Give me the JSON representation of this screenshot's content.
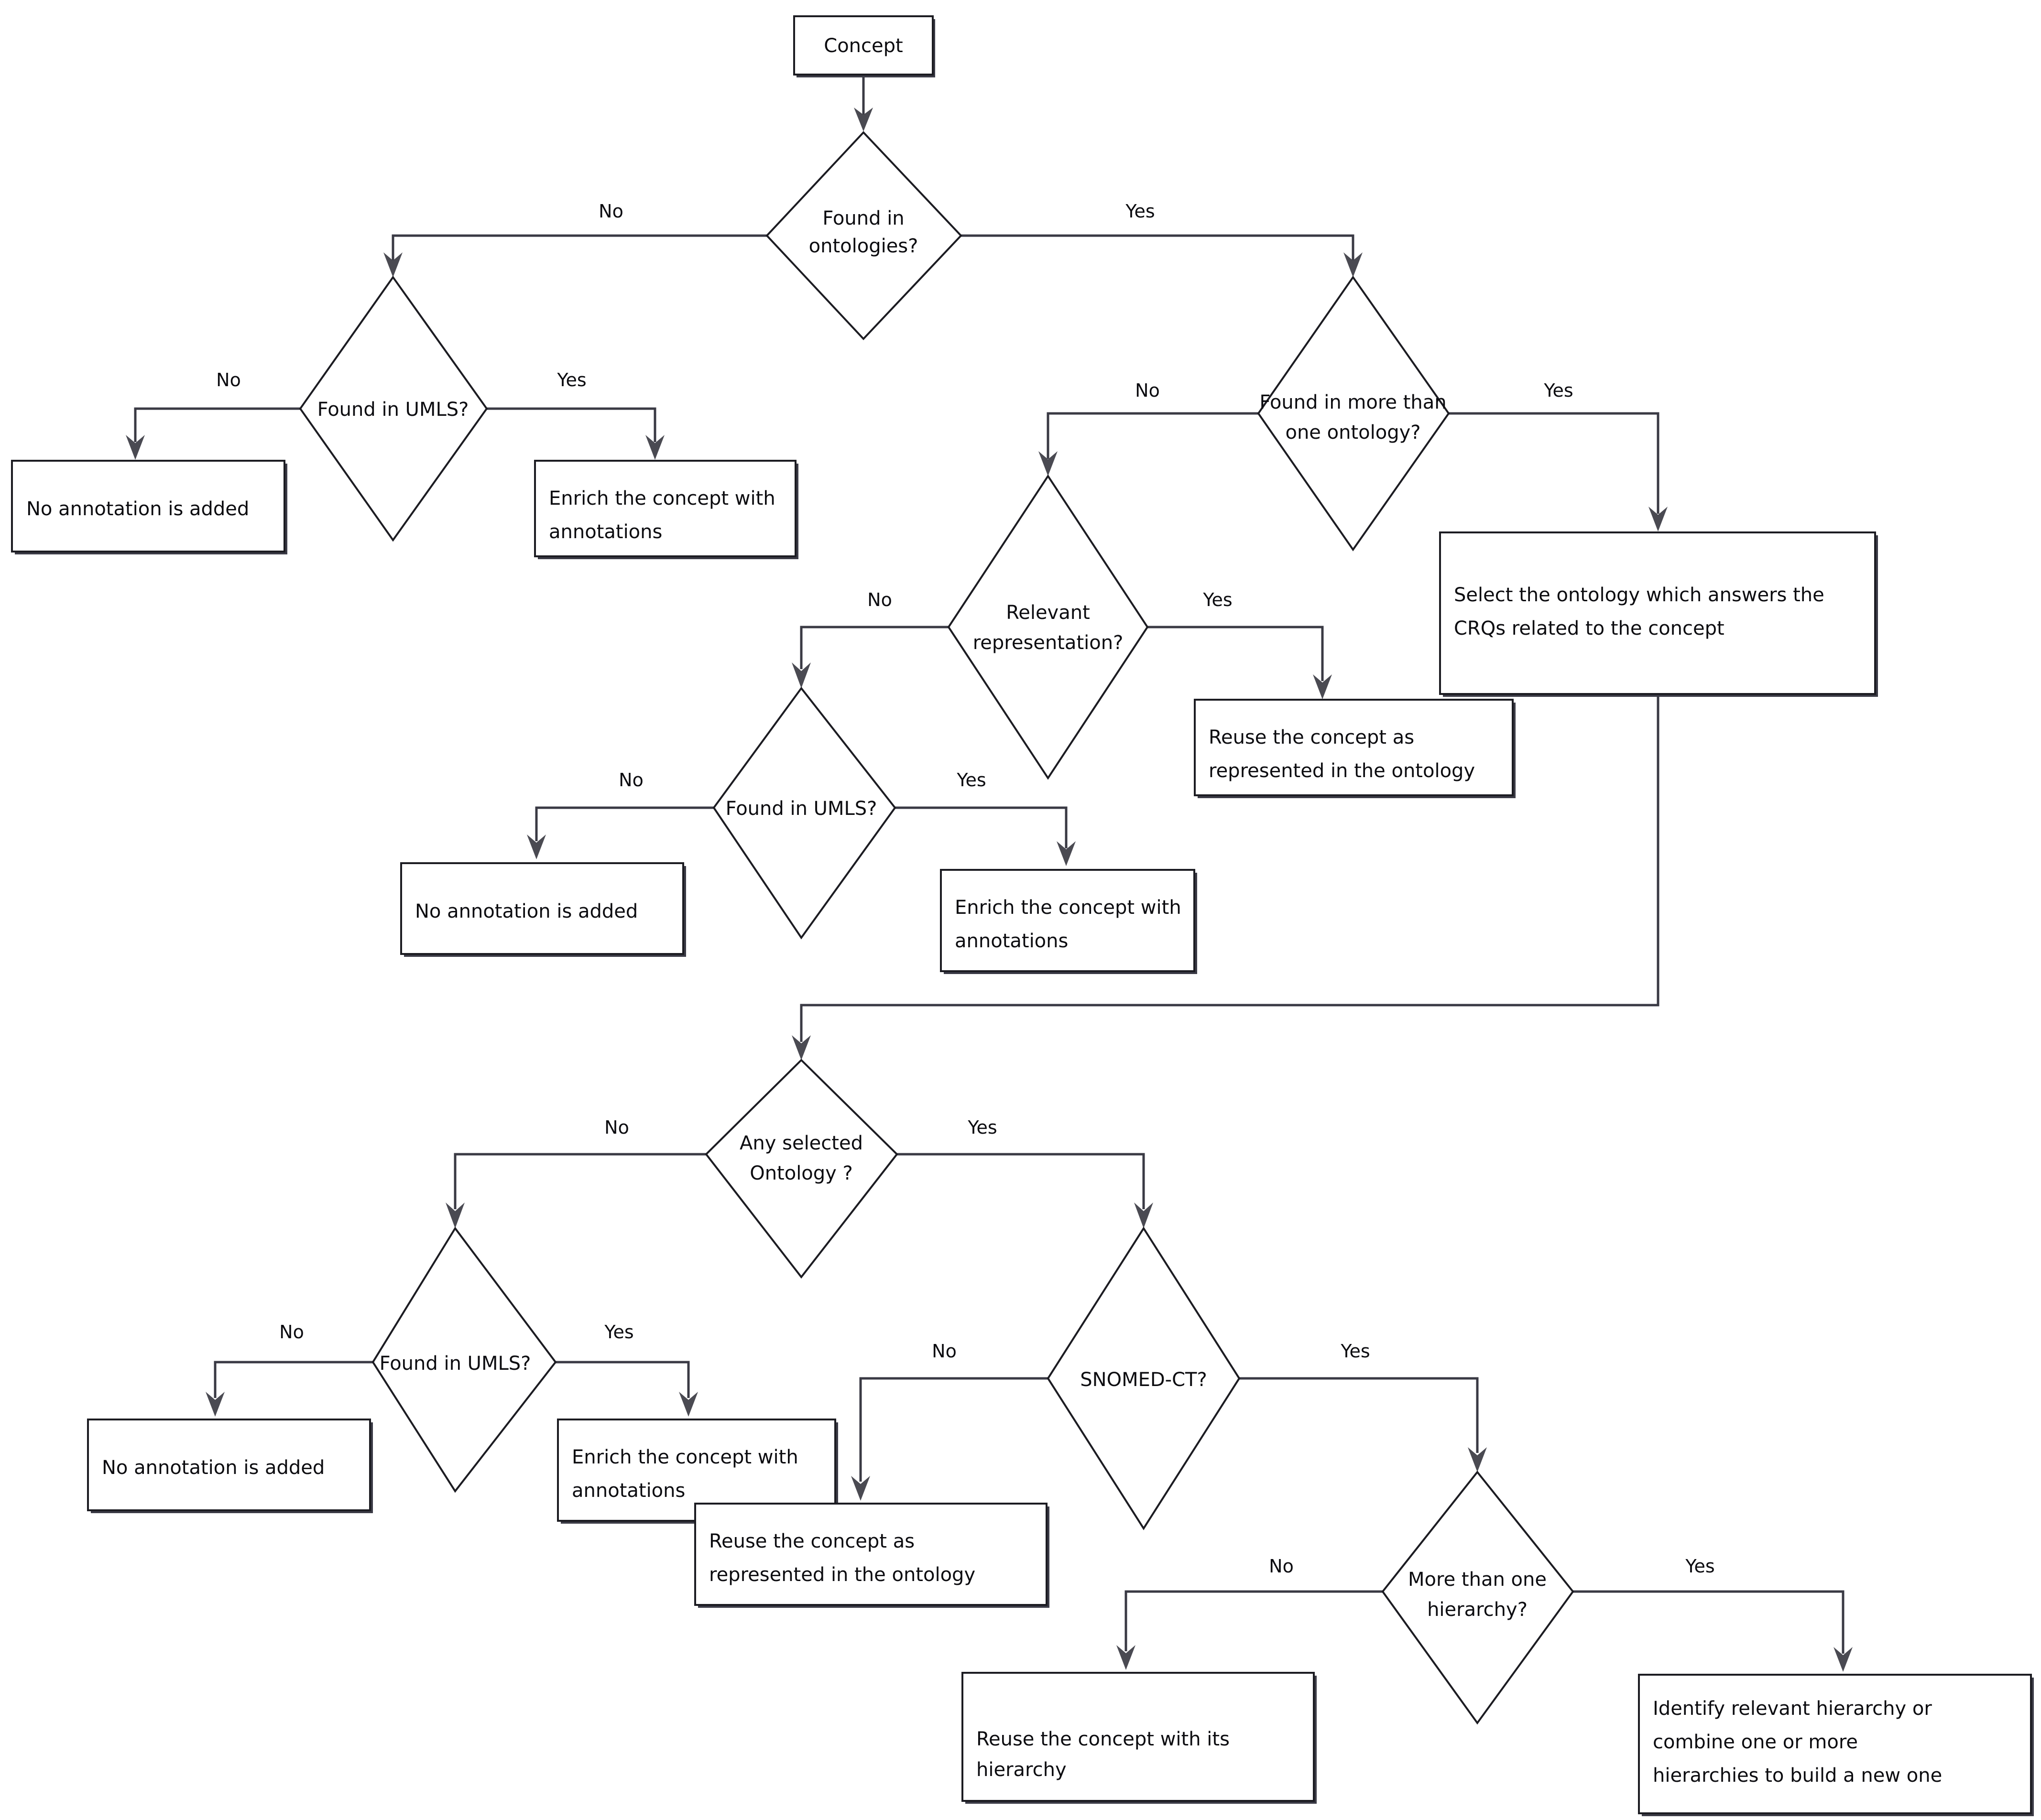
{
  "diagram": {
    "title": "Concept reuse and annotation decision flowchart",
    "colors": {
      "background": "#ffffff",
      "shape_stroke": "#1c1c22",
      "shape_fill": "#ffffff",
      "connector": "#3a3a44",
      "text": "#0c0c10"
    }
  },
  "nodes": {
    "start": {
      "id": "start",
      "type": "process",
      "label": "Concept"
    },
    "d_found_ontologies": {
      "id": "d_found_ontologies",
      "type": "decision",
      "line1": "Found in",
      "line2": "ontologies?"
    },
    "d_umls_1": {
      "id": "d_umls_1",
      "type": "decision",
      "line1": "Found in UMLS?",
      "line2": ""
    },
    "p_no_annotation_1": {
      "id": "p_no_annotation_1",
      "type": "process",
      "line1": "No annotation is added",
      "line2": ""
    },
    "p_enrich_1": {
      "id": "p_enrich_1",
      "type": "process",
      "line1": "Enrich the concept with",
      "line2": "annotations"
    },
    "d_more_than_one_ontology": {
      "id": "d_more_than_one_ontology",
      "type": "decision",
      "line1": "Found in more than",
      "line2": "one ontology?"
    },
    "d_relevant_representation": {
      "id": "d_relevant_representation",
      "type": "decision",
      "line1": "Relevant",
      "line2": "representation?"
    },
    "p_reuse_as_represented_1": {
      "id": "p_reuse_as_represented_1",
      "type": "process",
      "line1": "Reuse the concept as",
      "line2": "represented in the ontology"
    },
    "p_select_ontology": {
      "id": "p_select_ontology",
      "type": "process",
      "line1": "Select the ontology which answers the",
      "line2": "CRQs related to the concept"
    },
    "d_umls_2": {
      "id": "d_umls_2",
      "type": "decision",
      "line1": "Found in UMLS?",
      "line2": ""
    },
    "p_no_annotation_2": {
      "id": "p_no_annotation_2",
      "type": "process",
      "line1": "No annotation is added",
      "line2": ""
    },
    "p_enrich_2": {
      "id": "p_enrich_2",
      "type": "process",
      "line1": "Enrich the concept with",
      "line2": "annotations"
    },
    "d_any_selected_ontology": {
      "id": "d_any_selected_ontology",
      "type": "decision",
      "line1": "Any selected",
      "line2": "Ontology ?"
    },
    "d_umls_3": {
      "id": "d_umls_3",
      "type": "decision",
      "line1": "Found in UMLS?",
      "line2": ""
    },
    "p_no_annotation_3": {
      "id": "p_no_annotation_3",
      "type": "process",
      "line1": "No annotation is added",
      "line2": ""
    },
    "p_enrich_3": {
      "id": "p_enrich_3",
      "type": "process",
      "line1": "Enrich the concept with",
      "line2": "annotations"
    },
    "d_snomed_ct": {
      "id": "d_snomed_ct",
      "type": "decision",
      "line1": "SNOMED-CT?",
      "line2": ""
    },
    "p_reuse_as_represented_2": {
      "id": "p_reuse_as_represented_2",
      "type": "process",
      "line1": "Reuse the concept as",
      "line2": "represented in the ontology"
    },
    "d_more_than_one_hierarchy": {
      "id": "d_more_than_one_hierarchy",
      "type": "decision",
      "line1": "More than one",
      "line2": "hierarchy?"
    },
    "p_reuse_with_hierarchy": {
      "id": "p_reuse_with_hierarchy",
      "type": "process",
      "line1": "Reuse the concept with its",
      "line2": "hierarchy"
    },
    "p_identify_hierarchy": {
      "id": "p_identify_hierarchy",
      "type": "process",
      "line1": "Identify relevant hierarchy or",
      "line2": "combine one or more",
      "line3": "hierarchies to build a new one"
    }
  },
  "edge_labels": {
    "found_ontologies_no": "No",
    "found_ontologies_yes": "Yes",
    "umls1_no": "No",
    "umls1_yes": "Yes",
    "more_than_one_ontology_no": "No",
    "more_than_one_ontology_yes": "Yes",
    "relevant_representation_no": "No",
    "relevant_representation_yes": "Yes",
    "umls2_no": "No",
    "umls2_yes": "Yes",
    "any_selected_no": "No",
    "any_selected_yes": "Yes",
    "umls3_no": "No",
    "umls3_yes": "Yes",
    "snomed_no": "No",
    "snomed_yes": "Yes",
    "hierarchy_no": "No",
    "hierarchy_yes": "Yes"
  },
  "chart_data": {
    "type": "diagram",
    "flowchart": {
      "edges": [
        {
          "from": "start",
          "to": "d_found_ontologies",
          "label": ""
        },
        {
          "from": "d_found_ontologies",
          "to": "d_umls_1",
          "label": "No"
        },
        {
          "from": "d_found_ontologies",
          "to": "d_more_than_one_ontology",
          "label": "Yes"
        },
        {
          "from": "d_umls_1",
          "to": "p_no_annotation_1",
          "label": "No"
        },
        {
          "from": "d_umls_1",
          "to": "p_enrich_1",
          "label": "Yes"
        },
        {
          "from": "d_more_than_one_ontology",
          "to": "d_relevant_representation",
          "label": "No"
        },
        {
          "from": "d_more_than_one_ontology",
          "to": "p_select_ontology",
          "label": "Yes"
        },
        {
          "from": "d_relevant_representation",
          "to": "d_umls_2",
          "label": "No"
        },
        {
          "from": "d_relevant_representation",
          "to": "p_reuse_as_represented_1",
          "label": "Yes"
        },
        {
          "from": "d_umls_2",
          "to": "p_no_annotation_2",
          "label": "No"
        },
        {
          "from": "d_umls_2",
          "to": "p_enrich_2",
          "label": "Yes"
        },
        {
          "from": "p_select_ontology",
          "to": "d_any_selected_ontology",
          "label": ""
        },
        {
          "from": "d_any_selected_ontology",
          "to": "d_umls_3",
          "label": "No"
        },
        {
          "from": "d_any_selected_ontology",
          "to": "d_snomed_ct",
          "label": "Yes"
        },
        {
          "from": "d_umls_3",
          "to": "p_no_annotation_3",
          "label": "No"
        },
        {
          "from": "d_umls_3",
          "to": "p_enrich_3",
          "label": "Yes"
        },
        {
          "from": "d_snomed_ct",
          "to": "p_reuse_as_represented_2",
          "label": "No"
        },
        {
          "from": "d_snomed_ct",
          "to": "d_more_than_one_hierarchy",
          "label": "Yes"
        },
        {
          "from": "d_more_than_one_hierarchy",
          "to": "p_reuse_with_hierarchy",
          "label": "No"
        },
        {
          "from": "d_more_than_one_hierarchy",
          "to": "p_identify_hierarchy",
          "label": "Yes"
        }
      ]
    }
  }
}
